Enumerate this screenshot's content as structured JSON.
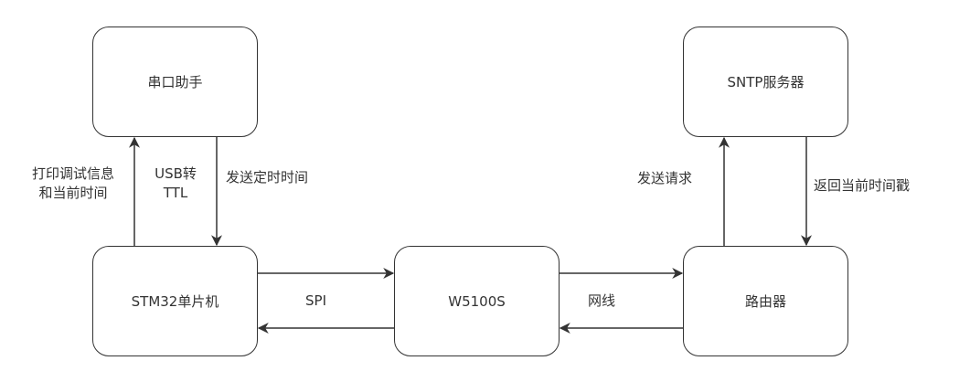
{
  "diagram": {
    "type": "block-diagram",
    "stroke_color": "#333333",
    "nodes": [
      {
        "id": "serial",
        "label": "串口助手"
      },
      {
        "id": "stm32",
        "label": "STM32单片机"
      },
      {
        "id": "w5100s",
        "label": "W5100S"
      },
      {
        "id": "router",
        "label": "路由器"
      },
      {
        "id": "sntp",
        "label": "SNTP服务器"
      }
    ],
    "edges": [
      {
        "from": "stm32",
        "to": "serial",
        "label": "打印调试信息和当前时间"
      },
      {
        "from": "serial",
        "to": "stm32",
        "label": "发送定时时间"
      },
      {
        "from": "stm32",
        "to": "w5100s",
        "label": ""
      },
      {
        "from": "w5100s",
        "to": "stm32",
        "label": ""
      },
      {
        "from": "w5100s",
        "to": "router",
        "label": ""
      },
      {
        "from": "router",
        "to": "w5100s",
        "label": ""
      },
      {
        "from": "router",
        "to": "sntp",
        "label": "发送请求"
      },
      {
        "from": "sntp",
        "to": "router",
        "label": "返回当前时间戳"
      }
    ],
    "labels": {
      "print_debug_line1": "打印调试信息",
      "print_debug_line2": "和当前时间",
      "usb_line1": "USB转",
      "usb_line2": "TTL",
      "send_timing": "发送定时时间",
      "spi": "SPI",
      "network_cable": "网线",
      "send_request": "发送请求",
      "return_timestamp": "返回当前时间戳"
    }
  }
}
